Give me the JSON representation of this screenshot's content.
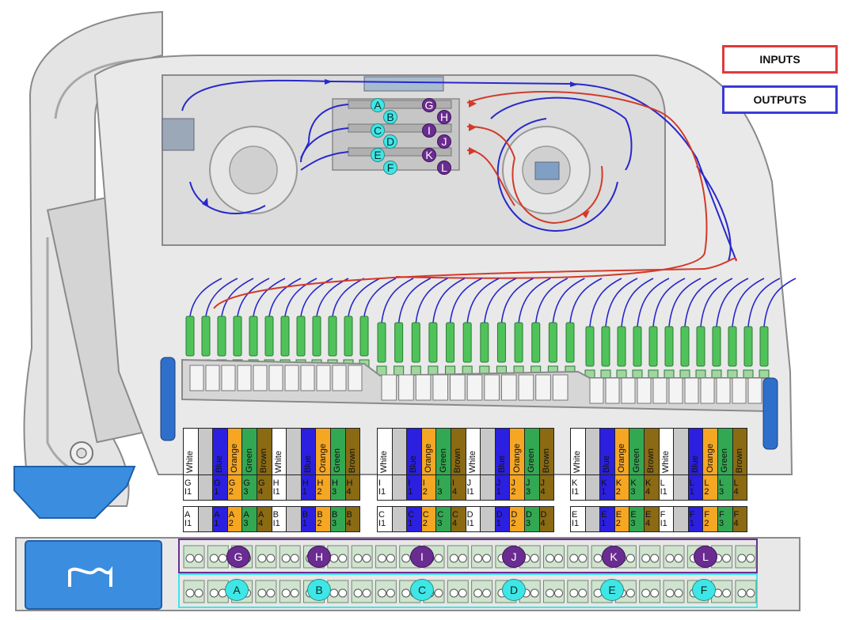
{
  "legend": {
    "inputs": {
      "label": "INPUTS",
      "color": "#e03a3a"
    },
    "outputs": {
      "label": "OUTPUTS",
      "color": "#3b3bd8"
    }
  },
  "colors": {
    "input_fiber": "#d23a2a",
    "output_fiber": "#2828cc",
    "cyan_group": "#3fe6e6",
    "purple_group": "#6a2c91",
    "tray_blue": "#3b8de0",
    "connector_green": "#4fc35a"
  },
  "splitters": {
    "left": [
      "A",
      "B",
      "C",
      "D",
      "E",
      "F"
    ],
    "right": [
      "G",
      "H",
      "I",
      "J",
      "K",
      "L"
    ]
  },
  "color_header": [
    "White",
    "",
    "Blue",
    "Orange",
    "Green",
    "Brown",
    "White",
    "",
    "Blue",
    "Orange",
    "Green",
    "Brown"
  ],
  "color_classes": [
    "white",
    "grey",
    "blue",
    "orange",
    "green",
    "brown",
    "white",
    "grey",
    "blue",
    "orange",
    "green",
    "brown"
  ],
  "tables": [
    {
      "upper": [
        "G\nI1",
        "",
        "G\n1",
        "G\n2",
        "G\n3",
        "G\n4",
        "H\nI1",
        "",
        "H\n1",
        "H\n2",
        "H\n3",
        "H\n4"
      ],
      "lower": [
        "A\nI1",
        "",
        "A\n1",
        "A\n2",
        "A\n3",
        "A\n4",
        "B\nI1",
        "",
        "B\n1",
        "B\n2",
        "B\n3",
        "B\n4"
      ]
    },
    {
      "upper": [
        "I\nI1",
        "",
        "I\n1",
        "I\n2",
        "I\n3",
        "I\n4",
        "J\nI1",
        "",
        "J\n1",
        "J\n2",
        "J\n3",
        "J\n4"
      ],
      "lower": [
        "C\nI1",
        "",
        "C\n1",
        "C\n2",
        "C\n3",
        "C\n4",
        "D\nI1",
        "",
        "D\n1",
        "D\n2",
        "D\n3",
        "D\n4"
      ]
    },
    {
      "upper": [
        "K\nI1",
        "",
        "K\n1",
        "K\n2",
        "K\n3",
        "K\n4",
        "L\nI1",
        "",
        "L\n1",
        "L\n2",
        "L\n3",
        "L\n4"
      ],
      "lower": [
        "E\nI1",
        "",
        "E\n1",
        "E\n2",
        "E\n3",
        "E\n4",
        "F\nI1",
        "",
        "F\n1",
        "F\n2",
        "F\n3",
        "F\n4"
      ]
    }
  ],
  "bottom_rows": {
    "top": [
      "G",
      "H",
      "I",
      "J",
      "K",
      "L"
    ],
    "bottom": [
      "A",
      "B",
      "C",
      "D",
      "E",
      "F"
    ]
  }
}
